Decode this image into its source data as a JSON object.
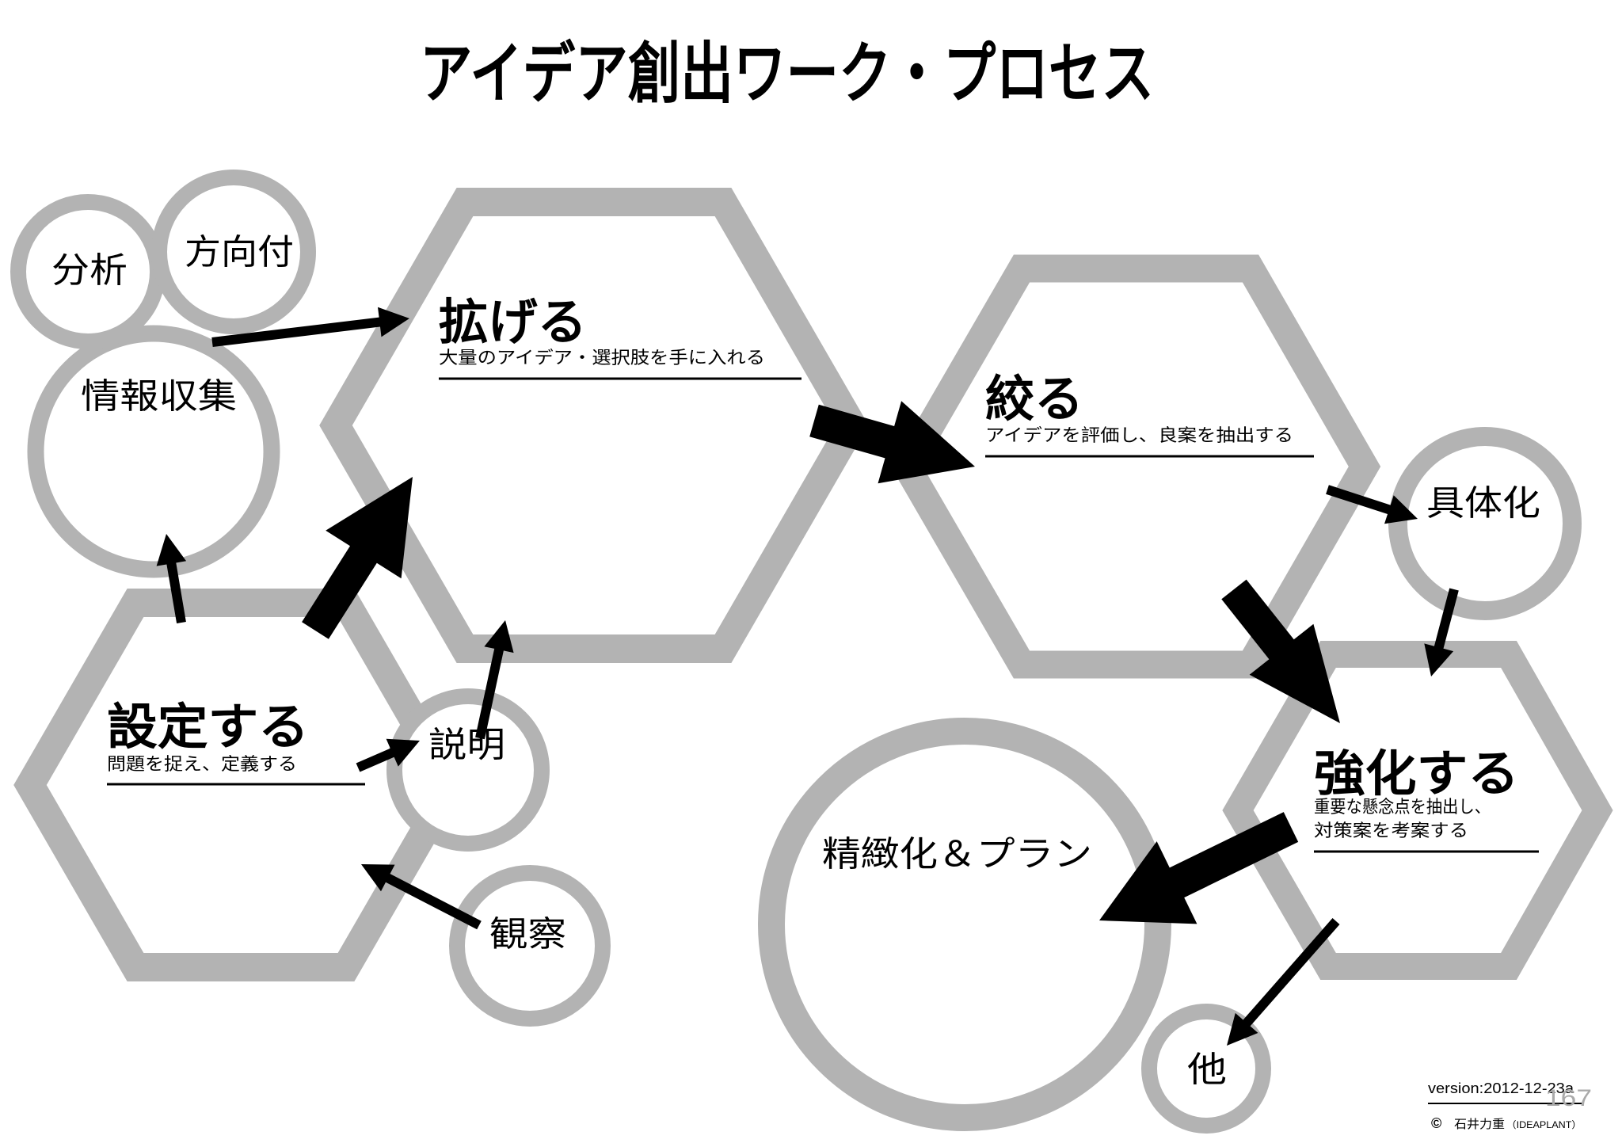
{
  "title": "アイデア創出ワーク・プロセス",
  "stages": {
    "expand": {
      "heading": "拡げる",
      "description": "大量のアイデア・選択肢を手に入れる"
    },
    "narrow": {
      "heading": "絞る",
      "description": "アイデアを評価し、良案を抽出する"
    },
    "define": {
      "heading": "設定する",
      "description": "問題を捉え、定義する"
    },
    "strengthen": {
      "heading": "強化する",
      "description": [
        "重要な懸念点を抽出し、",
        "対策案を考案する"
      ]
    }
  },
  "activities": {
    "analysis": "分析",
    "direction": "方向付",
    "information_gathering": "情報収集",
    "explanation": "説明",
    "observation": "観察",
    "concretization": "具体化",
    "refinement_and_plan": "精緻化＆プラン",
    "other": "他"
  },
  "footer": {
    "version": "version:2012-12-23a",
    "page_number": "167",
    "copyright_symbol": "©",
    "author": "石井力重",
    "organization": "（IDEAPLANT）"
  },
  "colors": {
    "shape_stroke": "#b3b3b3",
    "arrow": "#000000",
    "text": "#000000",
    "page_number": "#aaaaaa"
  }
}
